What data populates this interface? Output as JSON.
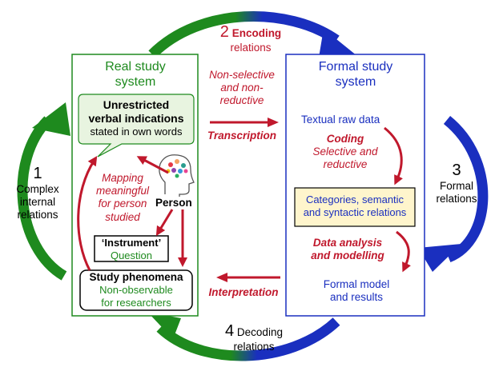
{
  "real_system": {
    "title_line1": "Real study",
    "title_line2": "system",
    "bubble_line1": "Unrestricted",
    "bubble_line2": "verbal indications",
    "bubble_line3": "stated in own words",
    "mapping_line1": "Mapping",
    "mapping_line2": "meaningful",
    "mapping_line3": "for person",
    "mapping_line4": "studied",
    "person_label": "Person",
    "instrument_title": "‘Instrument’",
    "instrument_sub": "Question",
    "phenomena_title": "Study phenomena",
    "phenomena_line2": "Non-observable",
    "phenomena_line3": "for researchers"
  },
  "formal_system": {
    "title_line1": "Formal study",
    "title_line2": "system",
    "raw_data": "Textual raw data",
    "coding": "Coding",
    "coding_desc_line1": "Selective and",
    "coding_desc_line2": "reductive",
    "categories_line1": "Categories, semantic",
    "categories_line2": "and syntactic relations",
    "analysis_line1": "Data analysis",
    "analysis_line2": "and modelling",
    "model_line1": "Formal model",
    "model_line2": "and results"
  },
  "middle": {
    "nonselective_line1": "Non-selective",
    "nonselective_line2": "and non-",
    "nonselective_line3": "reductive",
    "transcription": "Transcription",
    "interpretation": "Interpretation"
  },
  "relations": {
    "r1_number": "1",
    "r1_line1": "Complex",
    "r1_line2": "internal",
    "r1_line3": "relations",
    "r2_number": "2",
    "r2_bold": "Encoding",
    "r2_line2": "relations",
    "r3_number": "3",
    "r3_line1": "Formal",
    "r3_line2": "relations",
    "r4_number": "4",
    "r4_word": "Decoding",
    "r4_line2": "relations"
  },
  "colors": {
    "green": "#1e8a1e",
    "blue": "#1a2fbf",
    "red": "#c0182c",
    "highlight": "#fff5cc",
    "bubble_fill": "#e8f4e0"
  }
}
